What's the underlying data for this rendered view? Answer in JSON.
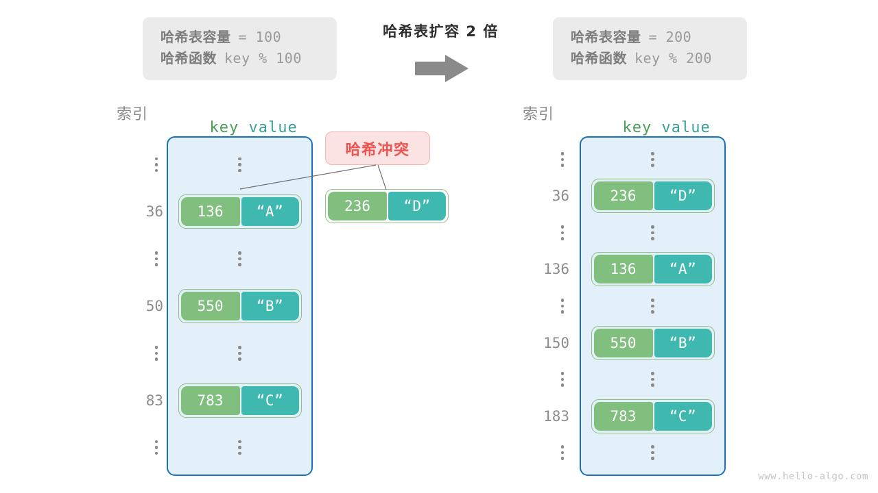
{
  "diagram": {
    "title": "哈希表扩容 2 倍",
    "arrow_icon": "right-arrow-icon",
    "watermark": "www.hello-algo.com",
    "colors": {
      "bucket_border": "#1971b8",
      "bucket_fill": "#e3eff9",
      "key_cell": "#81bf7f",
      "value_cell": "#3fb9b0",
      "pair_border": "#8cc084",
      "badge_fill": "#fbe3e3",
      "badge_text": "#ef5350",
      "info_box": "#ebebeb",
      "arrow": "#8a8a8a"
    }
  },
  "info_left": {
    "capacity_label": "哈希表容量",
    "capacity_expr": "= 100",
    "function_label": "哈希函数",
    "function_expr": "key % 100"
  },
  "info_right": {
    "capacity_label": "哈希表容量",
    "capacity_expr": "= 200",
    "function_label": "哈希函数",
    "function_expr": "key % 200"
  },
  "headers": {
    "index": "索引",
    "key": "key",
    "value": "value"
  },
  "collision_badge": {
    "label": "哈希冲突"
  },
  "left_table": {
    "rows": [
      {
        "index": "",
        "type": "ellipsis"
      },
      {
        "index": "36",
        "type": "entry",
        "key": "136",
        "value": "“A”"
      },
      {
        "index": "",
        "type": "ellipsis"
      },
      {
        "index": "50",
        "type": "entry",
        "key": "550",
        "value": "“B”"
      },
      {
        "index": "",
        "type": "ellipsis"
      },
      {
        "index": "83",
        "type": "entry",
        "key": "783",
        "value": "“C”"
      },
      {
        "index": "",
        "type": "ellipsis"
      }
    ]
  },
  "detached_entry": {
    "key": "236",
    "value": "“D”"
  },
  "right_table": {
    "rows": [
      {
        "index": "",
        "type": "ellipsis"
      },
      {
        "index": "36",
        "type": "entry",
        "key": "236",
        "value": "“D”"
      },
      {
        "index": "",
        "type": "ellipsis"
      },
      {
        "index": "136",
        "type": "entry",
        "key": "136",
        "value": "“A”"
      },
      {
        "index": "",
        "type": "ellipsis"
      },
      {
        "index": "150",
        "type": "entry",
        "key": "550",
        "value": "“B”"
      },
      {
        "index": "",
        "type": "ellipsis"
      },
      {
        "index": "183",
        "type": "entry",
        "key": "783",
        "value": "“C”"
      },
      {
        "index": "",
        "type": "ellipsis"
      }
    ]
  }
}
